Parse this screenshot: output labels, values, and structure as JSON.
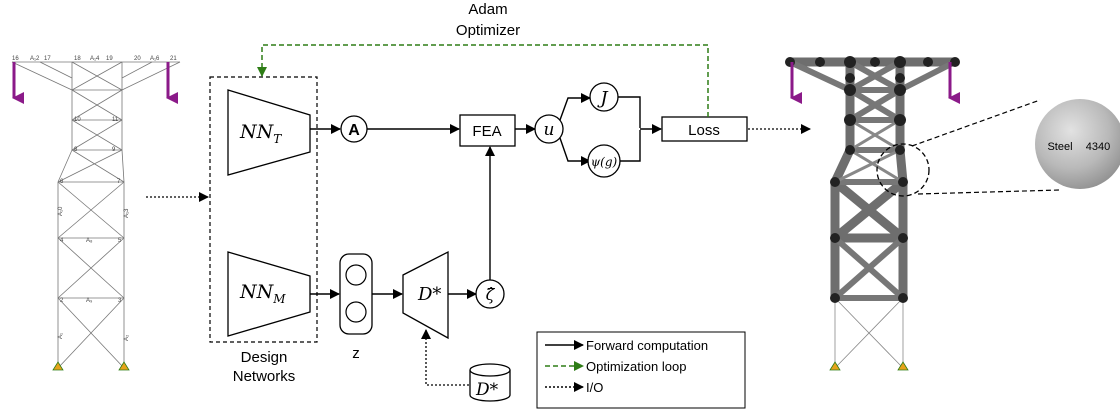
{
  "optimizer": {
    "line1": "Adam",
    "line2": "Optimizer"
  },
  "networks": {
    "top_label": "NN",
    "top_sub": "T",
    "bottom_label": "NN",
    "bottom_sub": "M",
    "group_line1": "Design",
    "group_line2": "Networks"
  },
  "nodes": {
    "area": "A",
    "fea": "FEA",
    "u": "u",
    "j": "J",
    "psi": "ψ(g)",
    "loss": "Loss",
    "zeta": "ζ̂",
    "decoder": "D*",
    "db": "D*",
    "z_label": "z"
  },
  "material": {
    "name": "Steel",
    "grade": "4340"
  },
  "legend": {
    "items": [
      {
        "label": "Forward computation",
        "color": "#000000",
        "style": "solid"
      },
      {
        "label": "Optimization loop",
        "color": "#2e7d16",
        "style": "dashed"
      },
      {
        "label": "I/O",
        "color": "#000000",
        "style": "dotted"
      }
    ]
  },
  "tower_labels": {
    "top_nodes": [
      "16",
      "A₁2",
      "17",
      "18",
      "A₁4",
      "19",
      "20",
      "A₁6",
      "21"
    ],
    "mid": [
      "10",
      "11",
      "8",
      "9",
      "6",
      "7",
      "A₁0",
      "A₁3",
      "A₈",
      "A₉",
      "A₁",
      "A₂",
      "4",
      "5",
      "2",
      "3"
    ]
  },
  "colors": {
    "load_arrow": "#8b1a89",
    "optim_loop": "#2e7d16",
    "support": "#e6a31a"
  }
}
